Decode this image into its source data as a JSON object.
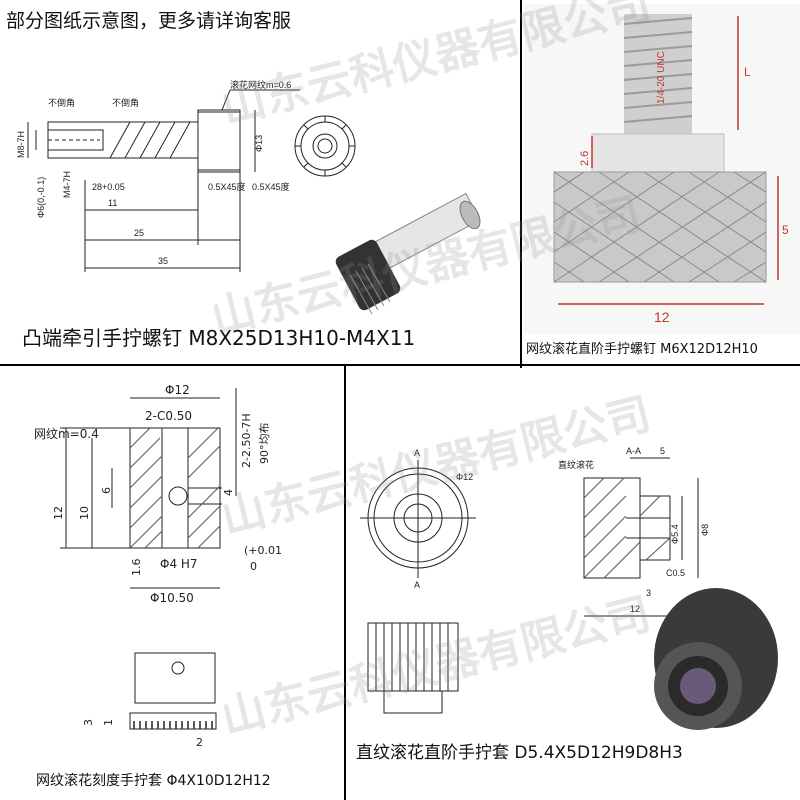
{
  "header": {
    "note": "部分图纸示意图，更多请详询客服"
  },
  "watermark": {
    "text": "山东云科仪器有限公司"
  },
  "panel1": {
    "product": "凸端牵引手拧螺钉 M8X25D13H10-M4X11",
    "labels": {
      "knurl": "滚花网纹m=0.6",
      "no_chamfer_1": "不倒角",
      "no_chamfer_2": "不倒角",
      "thread_m8": "M8-7H",
      "thread_m4": "M4-7H",
      "dia_phi6": "Φ6(0,-0.1)",
      "tol": "28+0.05",
      "dia_phi13": "Φ13",
      "chamfer_a": "0.5X45度",
      "chamfer_b": "0.5X45度",
      "len_11": "11",
      "len_25": "25",
      "len_35": "35"
    }
  },
  "panel2": {
    "product": "网纹滚花直阶手拧螺钉 M6X12D12H10",
    "labels": {
      "thread": "1/4-20 UNC",
      "dim_L": "L",
      "dim_26": "2.6",
      "dim_12": "12",
      "dim_5": "5"
    }
  },
  "panel3": {
    "product": "网纹滚花刻度手拧套 Φ4X10D12H12",
    "labels": {
      "knurl": "网纹m=0.4",
      "dia12": "Φ12",
      "chamfer": "2-C0.50",
      "hole_thread": "2-2.50-7H",
      "distribution": "90°均布",
      "dim_4": "4",
      "dim_6": "6",
      "dim_12": "12",
      "dim_10": "10",
      "dim_16": "1.6",
      "bore": "Φ4 H7",
      "tol_upper": "(+0.01",
      "tol_lower": "0",
      "dia1050": "Φ10.50",
      "dim_3": "3",
      "dim_1": "1",
      "dim_2": "2"
    }
  },
  "panel4": {
    "product": "直纹滚花直阶手拧套 D5.4X5D12H9D8H3",
    "labels": {
      "dia12": "Φ12",
      "section": "A-A",
      "straight_knurl": "直纹滚花",
      "dim_5": "5",
      "dia54": "Φ5.4",
      "dia8": "Φ8",
      "c05": "C0.5",
      "dim_3": "3",
      "dim_12": "12",
      "mark_a_top": "A",
      "mark_a_bottom": "A"
    }
  },
  "colors": {
    "line": "#222222",
    "hatch": "#555555",
    "dim_red": "#c0392b",
    "divider": "#000000"
  }
}
